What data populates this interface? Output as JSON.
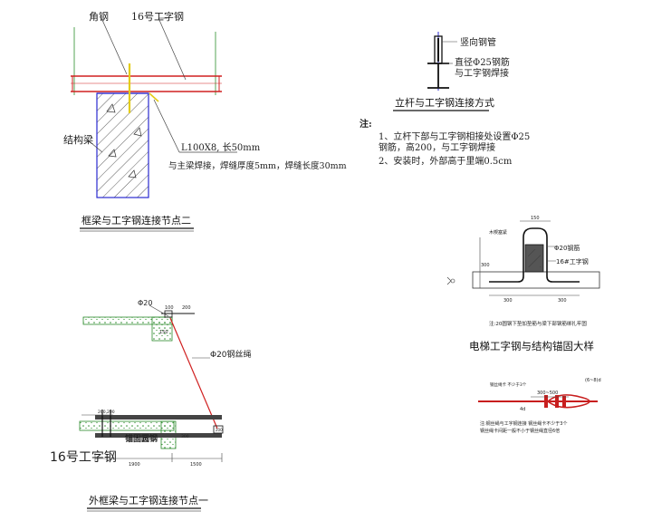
{
  "detail2": {
    "label_angle": "角钢",
    "label_ibeam": "16号工字钢",
    "label_beam": "结构梁",
    "spec_line1": "L100X8, 长50mm",
    "spec_line2": "与主梁焊接，焊缝厚度5mm，焊缝长度30mm",
    "caption": "框梁与工字钢连接节点二"
  },
  "pole": {
    "label_pipe": "竖向钢管",
    "label_bar": "直径Φ25钢筋",
    "label_weld": "与工字钢焊接",
    "caption": "立杆与工字钢连接方式"
  },
  "notes": {
    "head": "注:",
    "line1": "1、立杆下部与工字钢相接处设置Φ25",
    "line2": "钢筋，高200，与工字钢焊接",
    "line3": "2、安装时，外部高于里端0.5cm"
  },
  "elevator": {
    "label_bar": "Φ20钢筋",
    "label_ibeam": "16#工字钢",
    "dim_150": "150",
    "dim_300a": "300",
    "dim_300b": "300",
    "dim_300c": "300",
    "note": "注:20圆钢下垫加垫筋与梁下部钢筋绑扎牢固",
    "caption": "电梯工字钢与结构锚固大样"
  },
  "hook": {
    "dim_300_500": "300~500",
    "dim_6_8d": "(6~8)d",
    "dim_4d": "4d",
    "note_line1": "注:钢丝绳与工字钢连接 钢丝绳卡不少于3个",
    "note_line2": "钢丝绳卡间距一般不小于钢丝绳直径6倍"
  },
  "detail1": {
    "label_phi20": "Φ20",
    "dim_100": "100",
    "dim_200": "200",
    "dim_150": "150",
    "label_rope": "Φ20钢丝绳",
    "label_anchor": "锚固圆钢",
    "label_ibeam": "16号工字钢",
    "dim_1900": "1900",
    "dim_1500": "1500",
    "caption": "外框梁与工字钢连接节点一"
  }
}
